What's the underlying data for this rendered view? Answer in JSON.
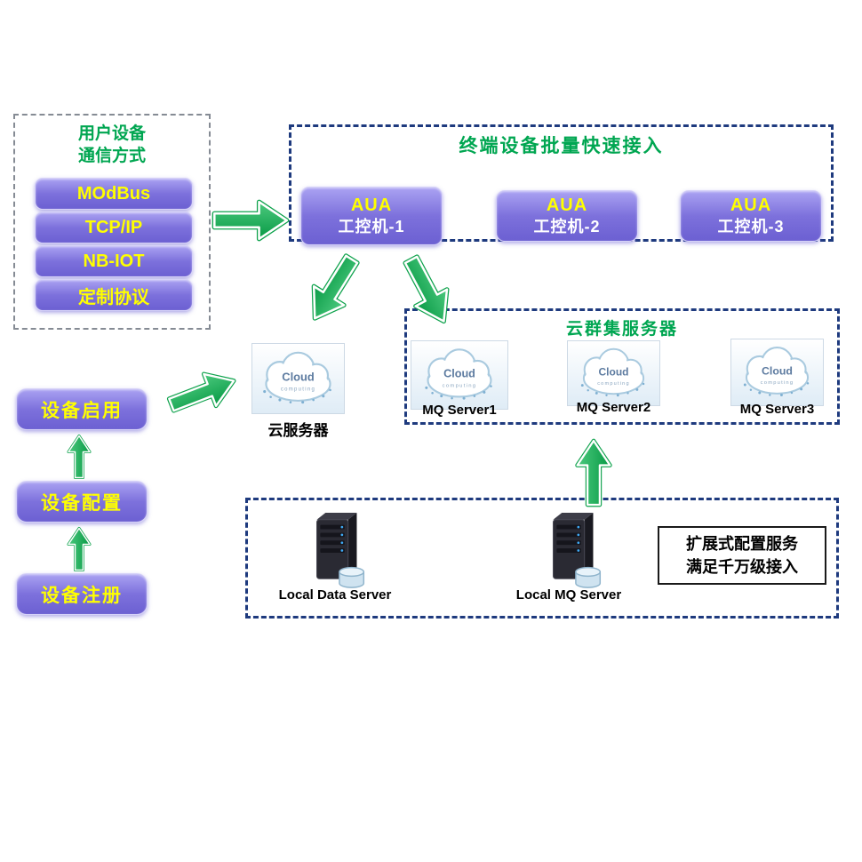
{
  "colors": {
    "green": "#00a651",
    "yellow": "#ffff00",
    "navy_dash": "#1e3a7e",
    "purple": "#7d71dc"
  },
  "user_device_box": {
    "title_line1": "用户设备",
    "title_line2": "通信方式",
    "items": [
      {
        "label": "MOdBus"
      },
      {
        "label": "TCP/IP"
      },
      {
        "label": "NB-IOT"
      },
      {
        "label": "定制协议"
      }
    ]
  },
  "terminal_box": {
    "title": "终端设备批量快速接入",
    "nodes": [
      {
        "line1": "AUA",
        "line2": "工控机-1"
      },
      {
        "line1": "AUA",
        "line2": "工控机-2"
      },
      {
        "line1": "AUA",
        "line2": "工控机-3"
      }
    ]
  },
  "cloud_server": {
    "label": "云服务器"
  },
  "cluster_box": {
    "title": "云群集服务器",
    "servers": [
      {
        "label": "MQ Server1"
      },
      {
        "label": "MQ Server2"
      },
      {
        "label": "MQ Server3"
      }
    ]
  },
  "workflow": {
    "steps": [
      {
        "label": "设备启用"
      },
      {
        "label": "设备配置"
      },
      {
        "label": "设备注册"
      }
    ]
  },
  "local_box": {
    "servers": [
      {
        "label": "Local Data Server"
      },
      {
        "label": "Local MQ Server"
      }
    ],
    "note": {
      "line1": "扩展式配置服务",
      "line2": "满足千万级接入"
    }
  },
  "cloud_icon": {
    "title": "Cloud",
    "subtitle": "computing"
  }
}
